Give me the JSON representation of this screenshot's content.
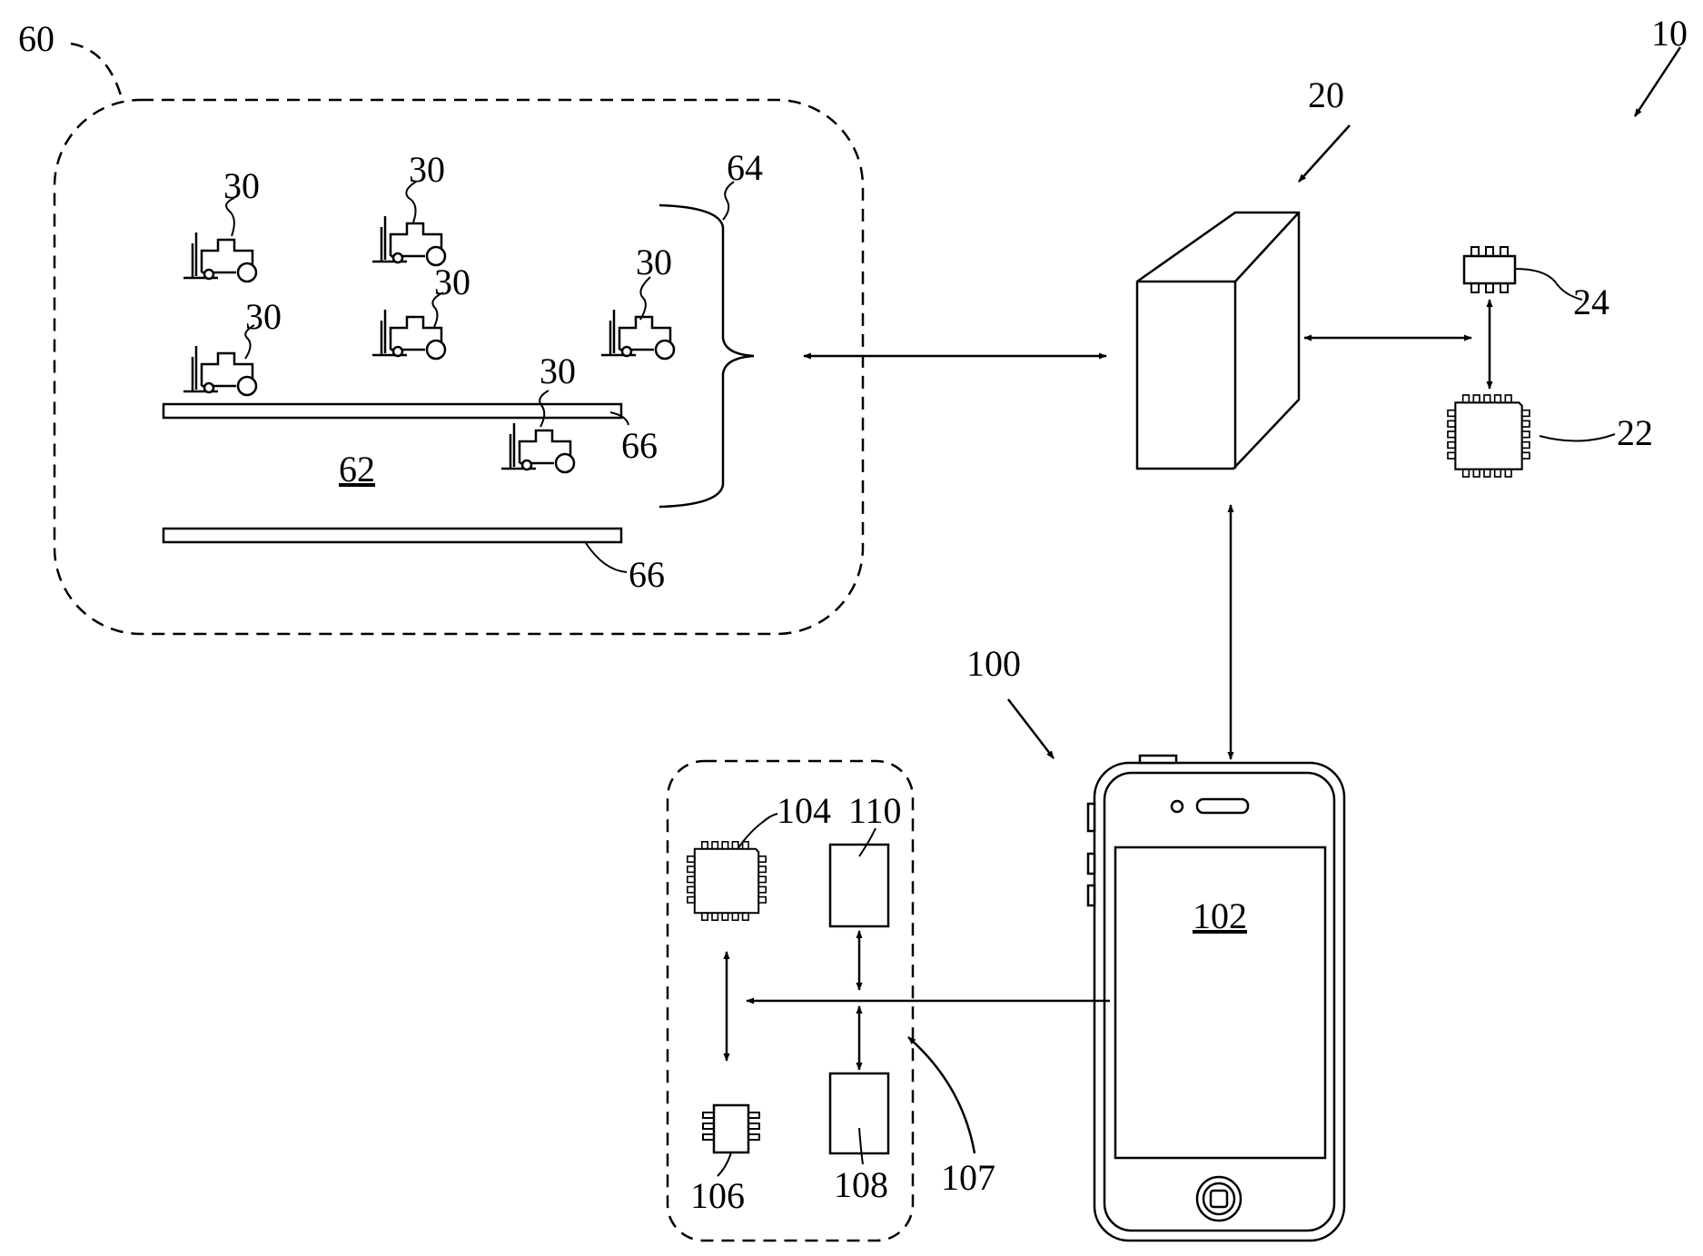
{
  "labels": {
    "system": "10",
    "server": "20",
    "server_processor": "22",
    "server_memory": "24",
    "forklift": "30",
    "facility": "60",
    "aisle": "62",
    "forklift_group": "64",
    "rack": "66",
    "mobile_device": "100",
    "touch_screen": "102",
    "processor": "104",
    "memory": "106",
    "bus": "107",
    "module_a": "108",
    "module_b": "110"
  }
}
